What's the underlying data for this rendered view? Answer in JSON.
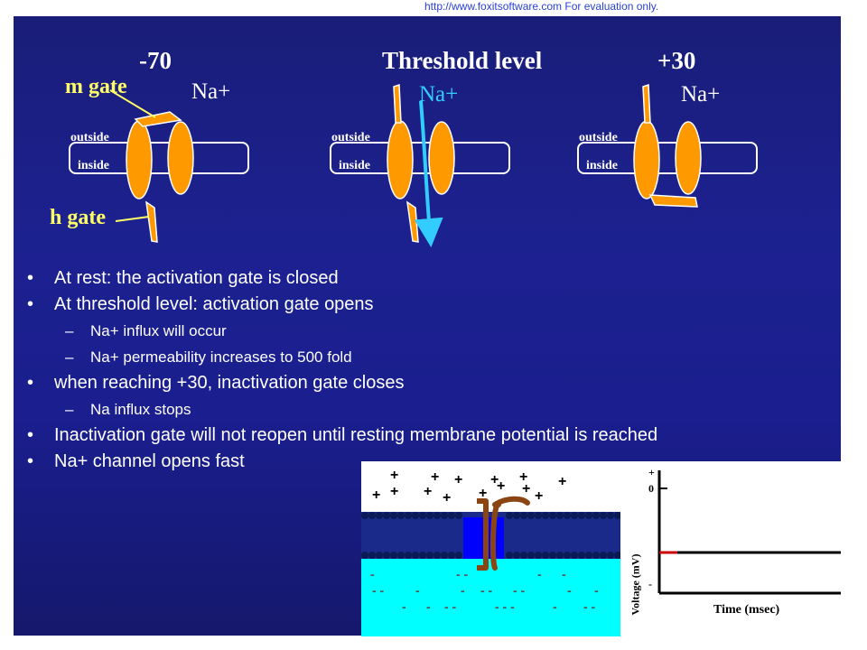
{
  "watermark": "http://www.foxitsoftware.com   For evaluation only.",
  "headers": {
    "rest": "-70",
    "threshold": "Threshold level",
    "peak": "+30"
  },
  "gate_labels": {
    "m": "m gate",
    "h": "h gate"
  },
  "ion_label": "Na+",
  "membrane_labels": {
    "outside": "outside",
    "inside": "inside"
  },
  "bullets": [
    {
      "level": 1,
      "text": "At rest: the activation gate is closed"
    },
    {
      "level": 1,
      "text": "At threshold level: activation gate opens"
    },
    {
      "level": 2,
      "text": "Na+ influx will occur"
    },
    {
      "level": 2,
      "text": "Na+ permeability increases to 500 fold"
    },
    {
      "level": 1,
      "text": "when reaching +30, inactivation gate closes"
    },
    {
      "level": 2,
      "text": "Na influx stops"
    },
    {
      "level": 1,
      "text": "Inactivation gate will not reopen until resting membrane potential is reached"
    },
    {
      "level": 1,
      "text": "Na+ channel opens fast"
    }
  ],
  "graph": {
    "ylabel": "Voltage (mV)",
    "xlabel": "Time (msec)",
    "tick_plus": "+",
    "tick_zero": "0",
    "tick_minus": "-"
  },
  "colors": {
    "slide_bg": "#1c2190",
    "gate_orange": "#ff9900",
    "gate_label": "#ffff66",
    "flow_arrow": "#33ccff",
    "extracellular": "#00ffff",
    "channel_blue": "#0000ff",
    "channel_brown": "#8b4513",
    "marker_red": "#cc0000"
  }
}
